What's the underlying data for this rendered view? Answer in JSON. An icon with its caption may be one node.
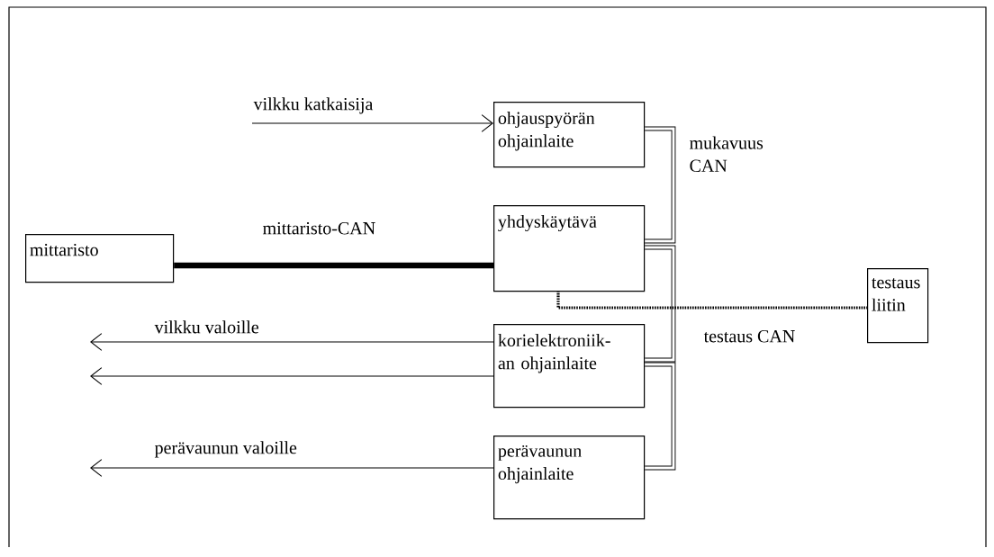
{
  "diagram": {
    "nodes": [
      {
        "text": [
          "ohjauspyörän ohjainlaite"
        ]
      },
      {
        "text": [
          "mittaristo"
        ]
      },
      {
        "text": [
          "yhdyskäytävä"
        ]
      },
      {
        "text": [
          "testaus liitin"
        ]
      },
      {
        "text": [
          "korielektroniik- an ohjainlaite"
        ]
      },
      {
        "text": [
          "perävaunun ohjainlaite"
        ]
      }
    ],
    "edges": [
      {
        "from": null,
        "to": 0,
        "arrow": "to",
        "label": "vilkku katkaisija"
      },
      {
        "from": 1,
        "to": 2,
        "arrow": "none",
        "label": "mittaristo-CAN",
        "style": "thick"
      },
      {
        "from": 0,
        "to": 2,
        "arrow": "none"
      },
      {
        "from": 2,
        "to": 4,
        "arrow": "none"
      },
      {
        "from": 4,
        "to": 5,
        "arrow": "none"
      },
      {
        "from": 2,
        "to": 3,
        "arrow": "none",
        "label": "testaus CAN",
        "style": "dashed"
      },
      {
        "from": 4,
        "to": null,
        "arrow": "to",
        "label": "vilkku valoille"
      },
      {
        "from": 4,
        "to": null,
        "arrow": "to"
      },
      {
        "from": 5,
        "to": null,
        "arrow": "to",
        "label": "perävaunun valoille"
      }
    ],
    "labels": [
      "mukavuus CAN"
    ]
  }
}
